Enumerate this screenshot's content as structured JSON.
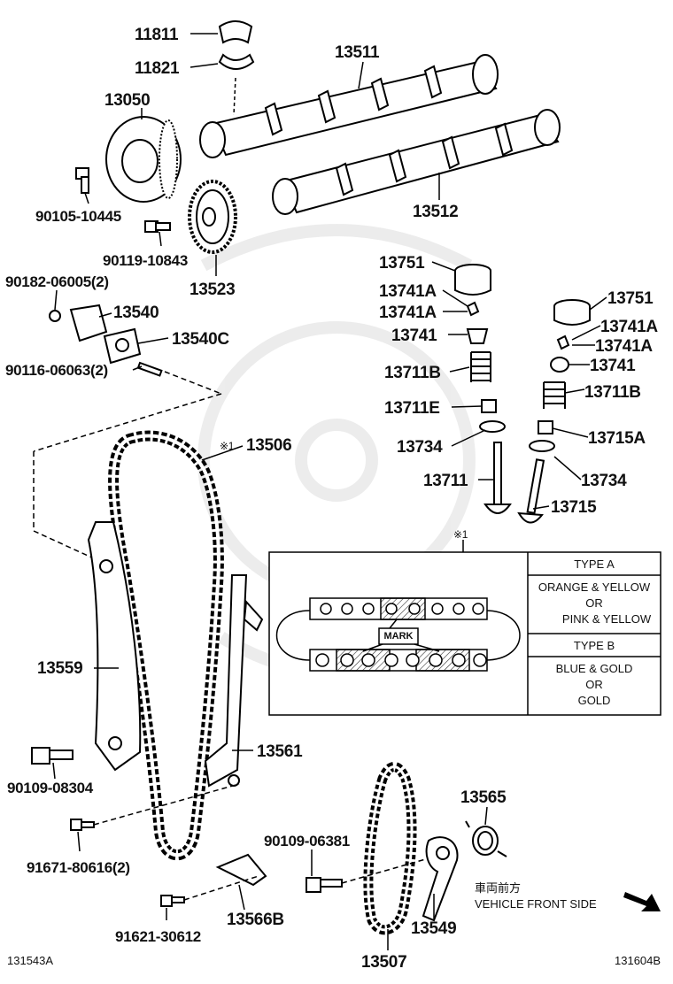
{
  "parts": {
    "p11811": "11811",
    "p11821": "11821",
    "p13511": "13511",
    "p13050": "13050",
    "p13512": "13512",
    "p90105": "90105-10445",
    "p90119": "90119-10843",
    "p13523": "13523",
    "p13751a": "13751",
    "p13741a1": "13741A",
    "p13741a2": "13741A",
    "p13741": "13741",
    "p13711b": "13711B",
    "p13711e": "13711E",
    "p13734": "13734",
    "p13711": "13711",
    "p13751b": "13751",
    "p13741a3": "13741A",
    "p13741a4": "13741A",
    "p13741b": "13741",
    "p13711b2": "13711B",
    "p13715a": "13715A",
    "p13734b": "13734",
    "p13715": "13715",
    "p90182": "90182-06005(2)",
    "p13540": "13540",
    "p13540c": "13540C",
    "p90116": "90116-06063(2)",
    "p13506": "13506",
    "p13506_mark": "※1",
    "p13559": "13559",
    "p13561": "13561",
    "p90109a": "90109-08304",
    "p91671": "91671-80616(2)",
    "p13565": "13565",
    "p90109b": "90109-06381",
    "p13566b": "13566B",
    "p91621": "91621-30612",
    "p13549": "13549",
    "p13507": "13507"
  },
  "table": {
    "ref": "※1",
    "type_a": "TYPE A",
    "type_a_l1": "ORANGE & YELLOW",
    "type_a_l2": "OR",
    "type_a_l3": "PINK & YELLOW",
    "type_b": "TYPE B",
    "type_b_l1": "BLUE & GOLD",
    "type_b_l2": "OR",
    "type_b_l3": "GOLD",
    "mark": "MARK"
  },
  "direction": {
    "jp": "車両前方",
    "en": "VEHICLE FRONT SIDE"
  },
  "footer": {
    "left": "131543A",
    "right": "131604B"
  }
}
